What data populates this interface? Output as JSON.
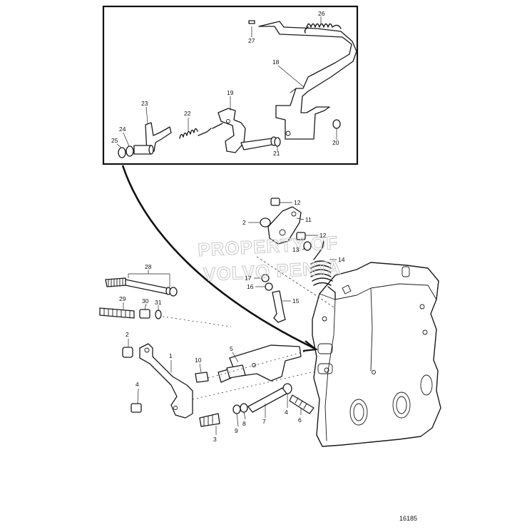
{
  "drawing_number": "16185",
  "watermark": {
    "line1": "PROPERTY OF",
    "line2": "VOLVO PENTA"
  },
  "labels": {
    "l1": "1",
    "l2a": "2",
    "l2b": "2",
    "l3": "3",
    "l4a": "4",
    "l4b": "4",
    "l5": "5",
    "l6": "6",
    "l7": "7",
    "l8": "8",
    "l9": "9",
    "l10": "10",
    "l11": "11",
    "l12a": "12",
    "l12b": "12",
    "l13": "13",
    "l14": "14",
    "l15": "15",
    "l16": "16",
    "l17": "17",
    "l18": "18",
    "l19": "19",
    "l20": "20",
    "l21": "21",
    "l22": "22",
    "l23": "23",
    "l24": "24",
    "l25": "25",
    "l26": "26",
    "l27": "27",
    "l28": "28",
    "l29": "29",
    "l30": "30",
    "l31": "31"
  }
}
